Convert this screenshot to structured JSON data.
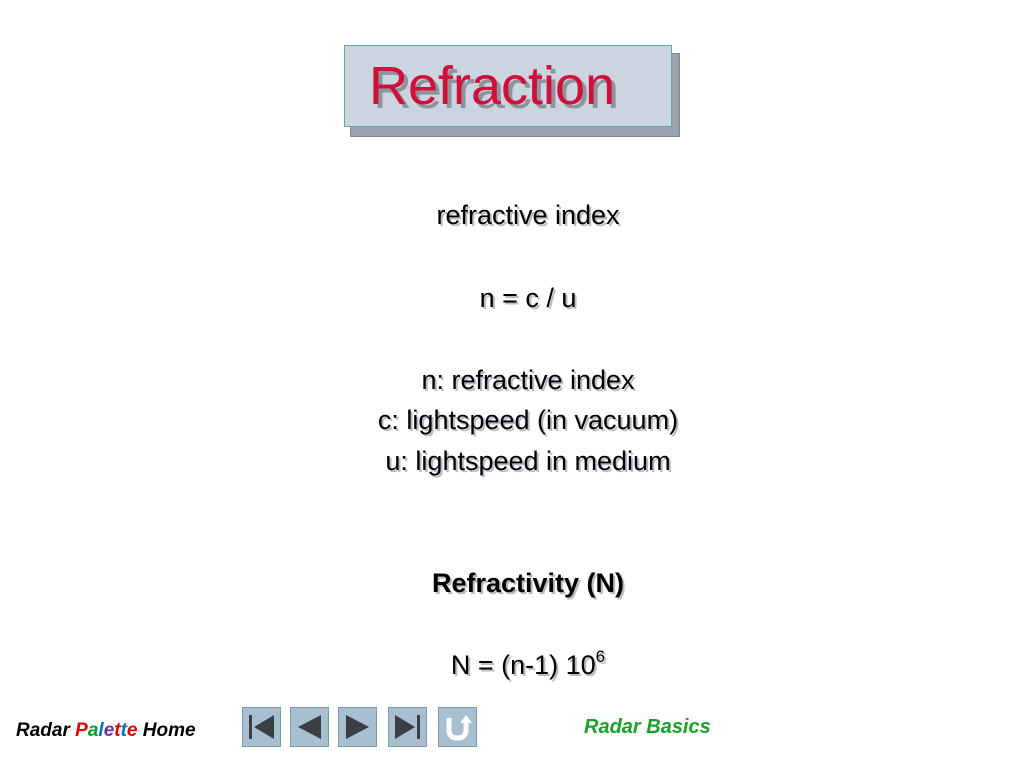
{
  "slide": {
    "title": "Refraction",
    "lines": {
      "l1": "refractive index",
      "l2": "n = c / u",
      "l3": "n: refractive index",
      "l4": "c: lightspeed (in vacuum)",
      "l5": "u: lightspeed in medium",
      "l6": "Refractivity (N)",
      "l7_main": "N = (n-1) 10",
      "l7_sup": "6"
    }
  },
  "footer": {
    "home_prefix": "Radar ",
    "pal_p": "P",
    "pal_a": "a",
    "pal_l": "l",
    "pal_e": "e",
    "pal_t1": "t",
    "pal_t2": "t",
    "pal_e2": "e",
    "home_suffix": " Home",
    "basics": "Radar Basics"
  },
  "nav_buttons": [
    {
      "icon": "first-slide-icon"
    },
    {
      "icon": "previous-slide-icon"
    },
    {
      "icon": "next-slide-icon"
    },
    {
      "icon": "last-slide-icon"
    },
    {
      "icon": "return-icon"
    }
  ],
  "colors": {
    "title": "#d0103a",
    "title_box": "#cbd5e0",
    "nav_button": "#a8bfcf",
    "basics": "#1aa12a"
  }
}
